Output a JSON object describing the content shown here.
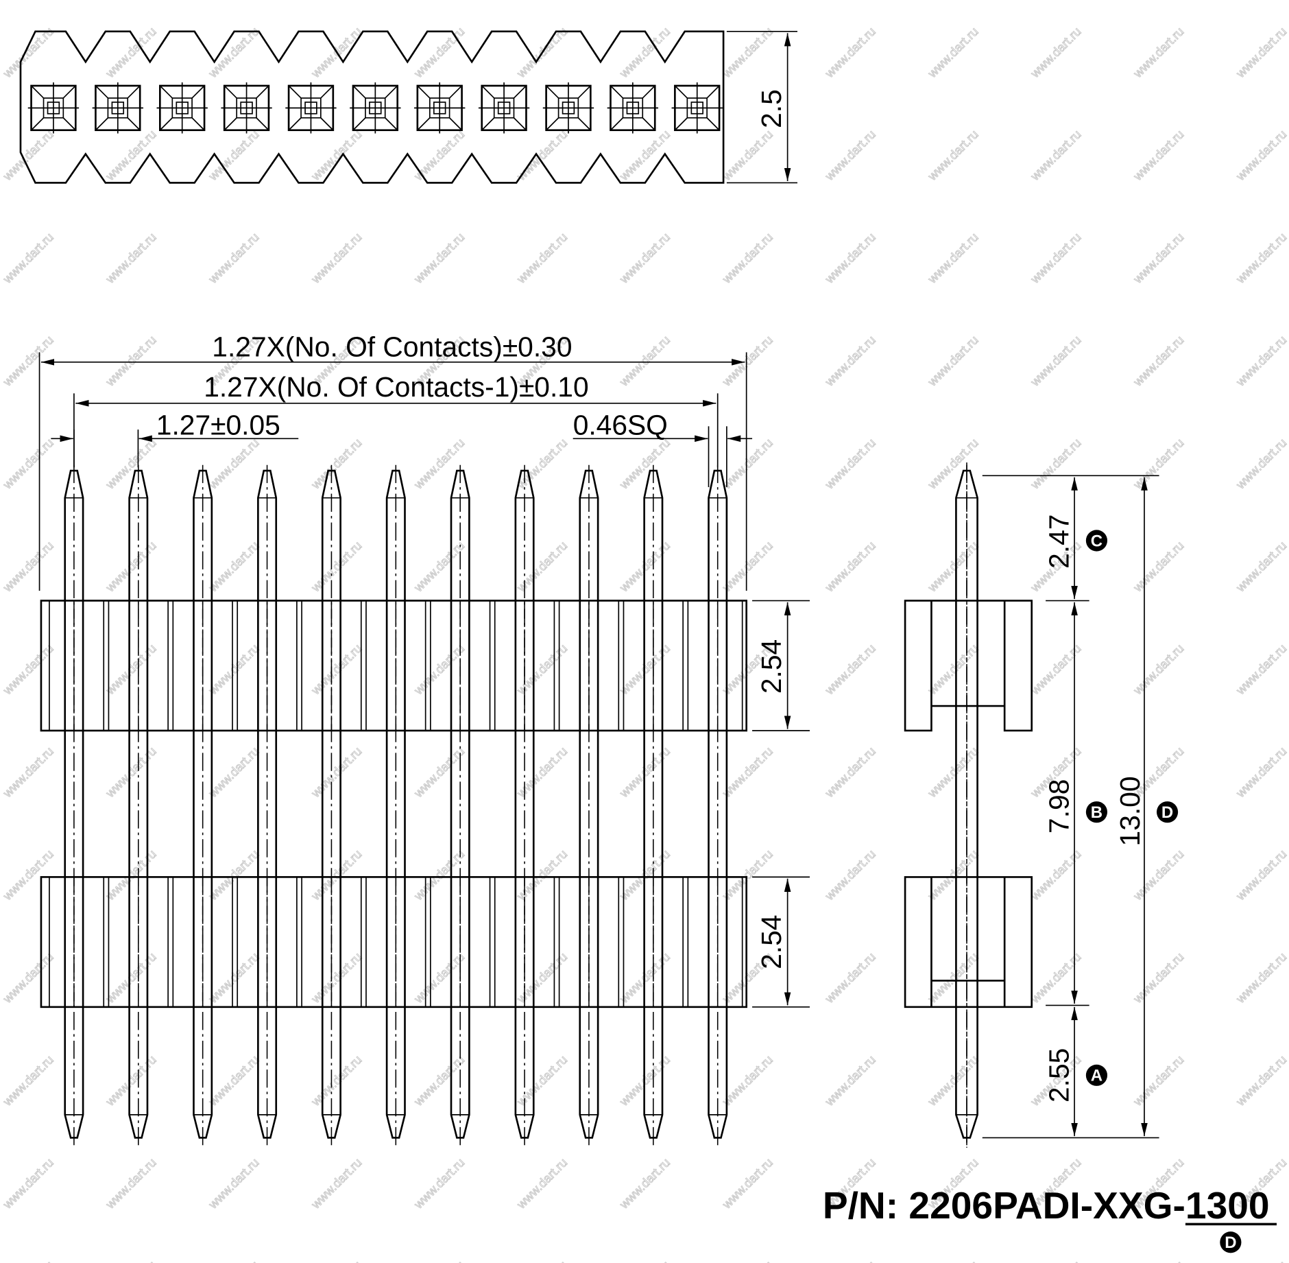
{
  "watermark": "www.dart.ru",
  "pin_count": 11,
  "top_view": {
    "height_dim": "2.5"
  },
  "front_view": {
    "overall_length_dim": "1.27X(No. Of Contacts)±0.30",
    "pitch_span_dim": "1.27X(No. Of Contacts-1)±0.10",
    "pitch_dim": "1.27±0.05",
    "pin_size_dim": "0.46SQ",
    "housing_upper_dim": "2.54",
    "housing_lower_dim": "2.54"
  },
  "side_view": {
    "dim_c": "2.47",
    "label_c": "C",
    "dim_b": "7.98",
    "label_b": "B",
    "dim_d": "13.00",
    "label_d": "D",
    "dim_a": "2.55",
    "label_a": "A"
  },
  "part_number": {
    "prefix": "P/N: 2206PADI-XXG-",
    "variable": "1300",
    "variable_label": "D"
  }
}
